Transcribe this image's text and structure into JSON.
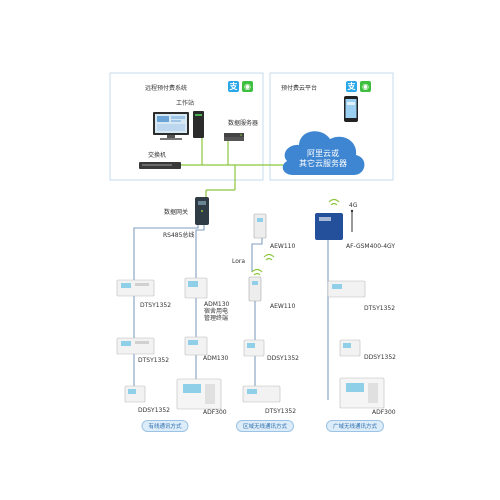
{
  "left_box": {
    "title": "远程预付费系统",
    "workstation": "工作站",
    "db_server": "数据服务器",
    "switch": "交换机"
  },
  "right_box": {
    "title": "预付费云平台"
  },
  "cloud": {
    "line1": "阿里云或",
    "line2": "其它云服务器"
  },
  "gateway": {
    "label": "数据网关",
    "bus": "RS485总线"
  },
  "col1": {
    "m1": "DTSY1352",
    "m2": "DTSY1352",
    "m3": "DDSY1352"
  },
  "col2": {
    "m1_l1": "ADM130",
    "m1_l2": "宿舍用电",
    "m1_l3": "管理终端",
    "m2": "ADM130",
    "m3": "ADF300"
  },
  "col3": {
    "aew_top": "AEW110",
    "lora": "Lora",
    "aew_mid": "AEW110",
    "m2": "DDSY1352",
    "m3": "DTSY1352"
  },
  "col4": {
    "modem": "AF-GSM400-4GY",
    "net4g": "4G",
    "m1": "DTSY1352",
    "m2": "DDSY1352",
    "m3": "ADF300"
  },
  "tags": {
    "t1": "有线通讯方式",
    "t2": "区域无线通讯方式",
    "t3": "广域无线通讯方式"
  },
  "icons": {
    "alipay": "alipay-app-icon",
    "wechat": "wechat-app-icon"
  },
  "colors": {
    "cloud": "#3f86d2",
    "net_line": "#8cc63f",
    "bus_line": "#7f9fbf",
    "tag_bg": "#dcecf8"
  }
}
